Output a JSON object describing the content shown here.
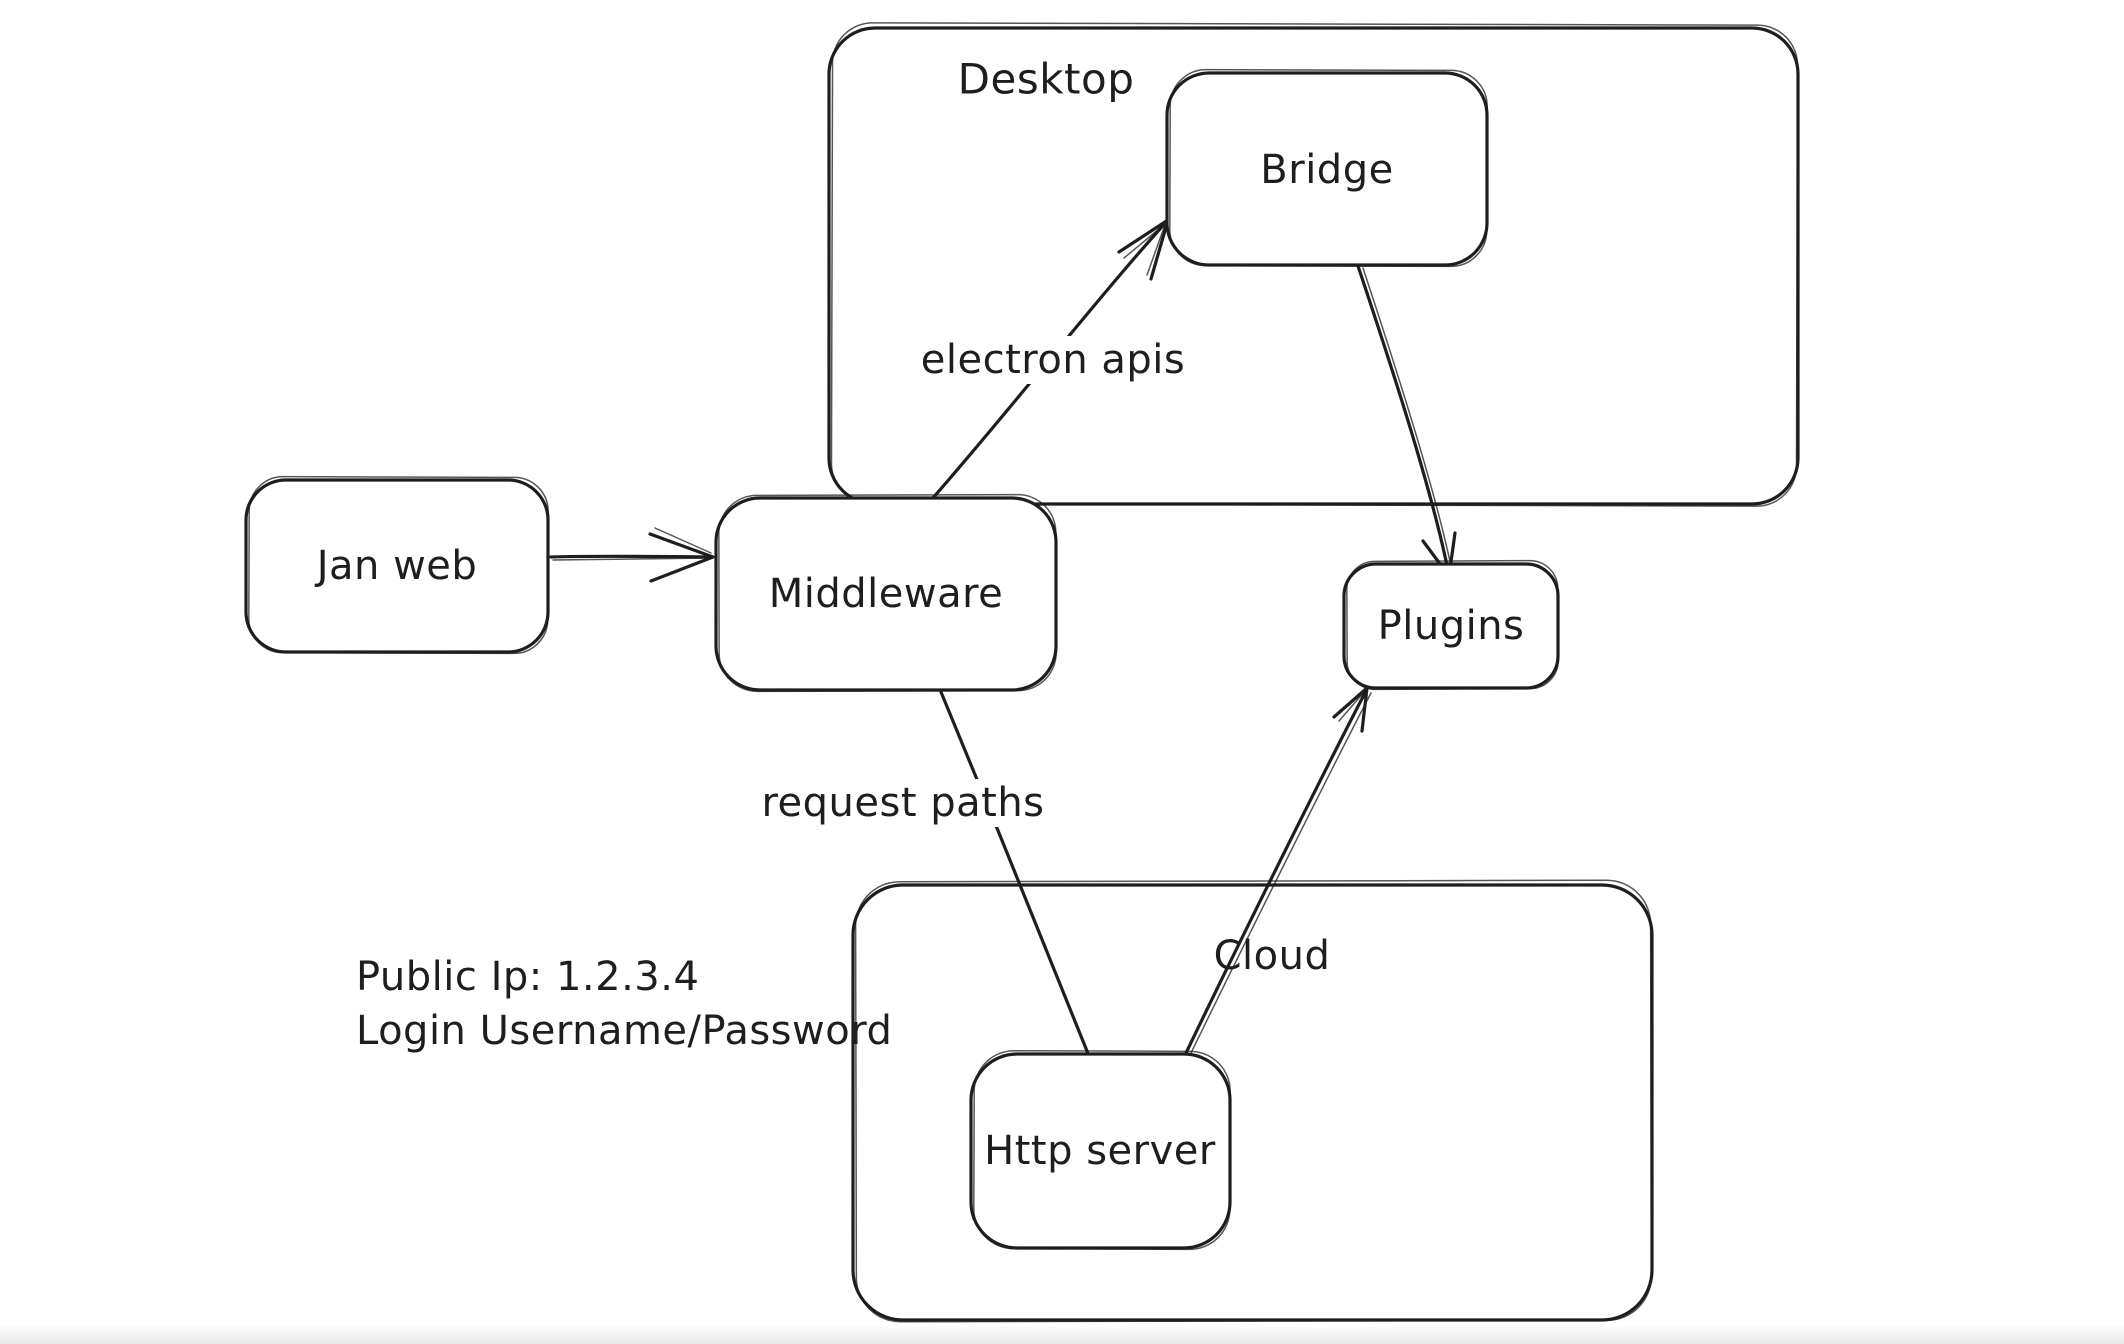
{
  "canvas": {
    "background_color": "#ffffff",
    "stroke_color": "#1e1e1e",
    "bottom_band_color": "#e7e7e7"
  },
  "diagram": {
    "containers": [
      {
        "id": "desktop",
        "label": "Desktop"
      },
      {
        "id": "cloud",
        "label": "Cloud"
      }
    ],
    "nodes": [
      {
        "id": "jan-web",
        "label": "Jan web"
      },
      {
        "id": "middleware",
        "label": "Middleware"
      },
      {
        "id": "bridge",
        "label": "Bridge"
      },
      {
        "id": "plugins",
        "label": "Plugins"
      },
      {
        "id": "http-server",
        "label": "Http server"
      }
    ],
    "edges": [
      {
        "from": "jan-web",
        "to": "middleware",
        "label": ""
      },
      {
        "from": "middleware",
        "to": "bridge",
        "label": "electron apis"
      },
      {
        "from": "bridge",
        "to": "plugins",
        "label": ""
      },
      {
        "from": "middleware",
        "to": "http-server",
        "label": "request paths"
      },
      {
        "from": "http-server",
        "to": "plugins",
        "label": ""
      }
    ],
    "annotation": {
      "line1": "Public Ip: 1.2.3.4",
      "line2": "Login Username/Password"
    }
  }
}
